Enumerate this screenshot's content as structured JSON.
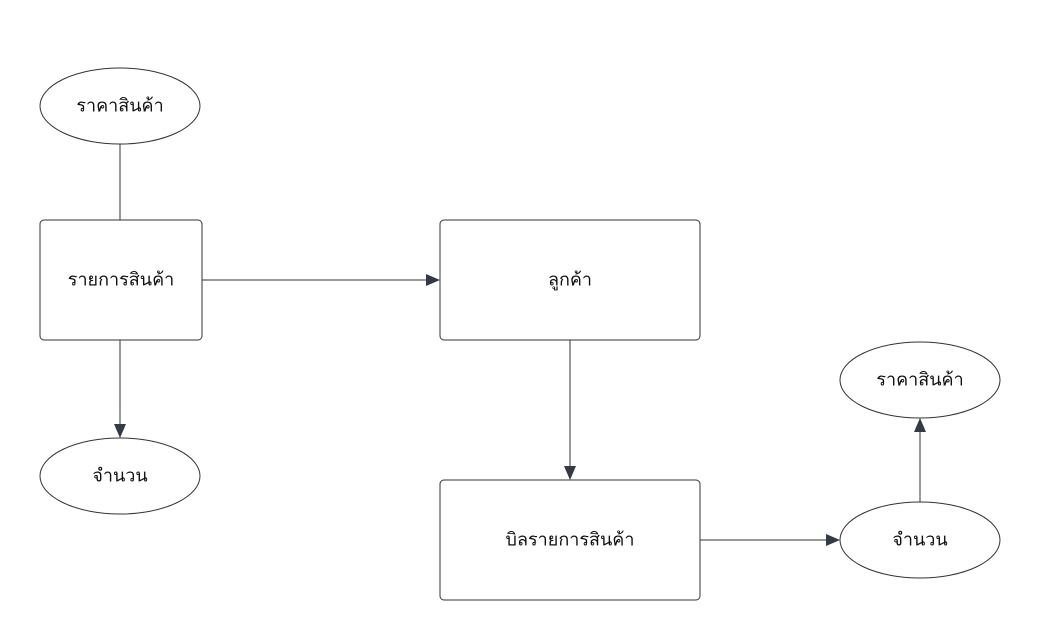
{
  "diagram": {
    "type": "flowchart",
    "colors": {
      "stroke": "#333333",
      "arrow": "#333a45",
      "text": "#111111",
      "background": "#ffffff"
    },
    "nodes": [
      {
        "id": "price-top",
        "shape": "ellipse",
        "label": "ราคาสินค้า"
      },
      {
        "id": "product-list",
        "shape": "rect",
        "label": "รายการสินค้า"
      },
      {
        "id": "quantity-left",
        "shape": "ellipse",
        "label": "จำนวน"
      },
      {
        "id": "customer",
        "shape": "rect",
        "label": "ลูกค้า"
      },
      {
        "id": "bill",
        "shape": "rect",
        "label": "บิลรายการสินค้า"
      },
      {
        "id": "quantity-right",
        "shape": "ellipse",
        "label": "จำนวน"
      },
      {
        "id": "price-right",
        "shape": "ellipse",
        "label": "ราคาสินค้า"
      }
    ],
    "edges": [
      {
        "from": "product-list",
        "to": "price-top"
      },
      {
        "from": "product-list",
        "to": "quantity-left"
      },
      {
        "from": "product-list",
        "to": "customer"
      },
      {
        "from": "customer",
        "to": "bill"
      },
      {
        "from": "bill",
        "to": "quantity-right"
      },
      {
        "from": "quantity-right",
        "to": "price-right"
      }
    ]
  }
}
